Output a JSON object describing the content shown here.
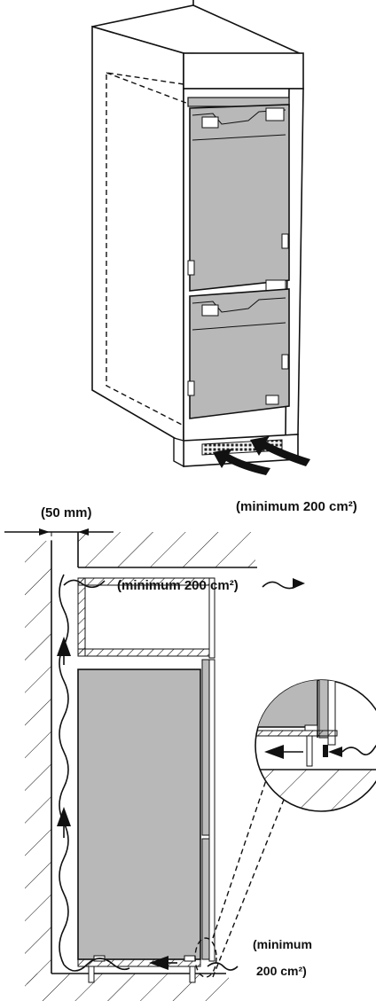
{
  "top_view": {
    "air_inlet_label": "(minimum 200 cm²)"
  },
  "side_view": {
    "gap_label": "(50 mm)",
    "top_outlet_label": "(minimum 200 cm²)",
    "bottom_inlet_label_line1": "(minimum",
    "bottom_inlet_label_line2": "200 cm²)"
  }
}
